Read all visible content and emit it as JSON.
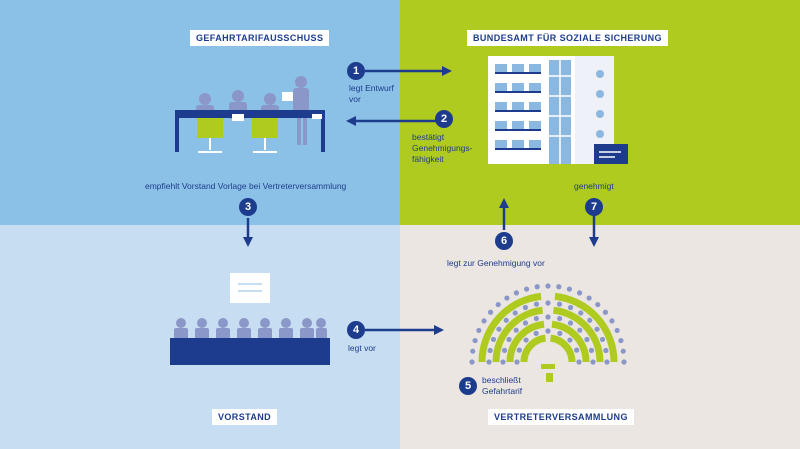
{
  "labels": {
    "gefahrtarifausschuss": "GEFAHRTARIFAUSSCHUSS",
    "bundesamt": "BUNDESAMT FÜR SOZIALE SICHERUNG",
    "vorstand": "VORSTAND",
    "vertreterversammlung": "VERTRETERVERSAMMLUNG"
  },
  "steps": [
    {
      "number": "1",
      "text_lines": [
        "legt Entwurf",
        "vor"
      ]
    },
    {
      "number": "2",
      "text_lines": [
        "bestätigt",
        "Genehmigungs-",
        "fähigkeit"
      ]
    },
    {
      "number": "3",
      "text_lines": [
        "empfiehlt Vorstand Vorlage bei Vertreterversammlung"
      ]
    },
    {
      "number": "4",
      "text_lines": [
        "legt vor"
      ]
    },
    {
      "number": "5",
      "text_lines": [
        "beschließt",
        "Gefahrtarif"
      ]
    },
    {
      "number": "6",
      "text_lines": [
        "legt zur Genehmigung vor"
      ]
    },
    {
      "number": "7",
      "text_lines": [
        "genehmigt"
      ]
    }
  ],
  "colors": {
    "navy": "#1d3c8e",
    "green": "#b0cb1f",
    "light_blue": "#8bc1e6",
    "pale_blue": "#c7def2",
    "beige": "#ebe6e1",
    "figure": "#8a97c8"
  },
  "icons": [
    "committee-table-icon",
    "office-building-icon",
    "board-table-icon",
    "parliament-hemicycle-icon",
    "document-icon"
  ]
}
